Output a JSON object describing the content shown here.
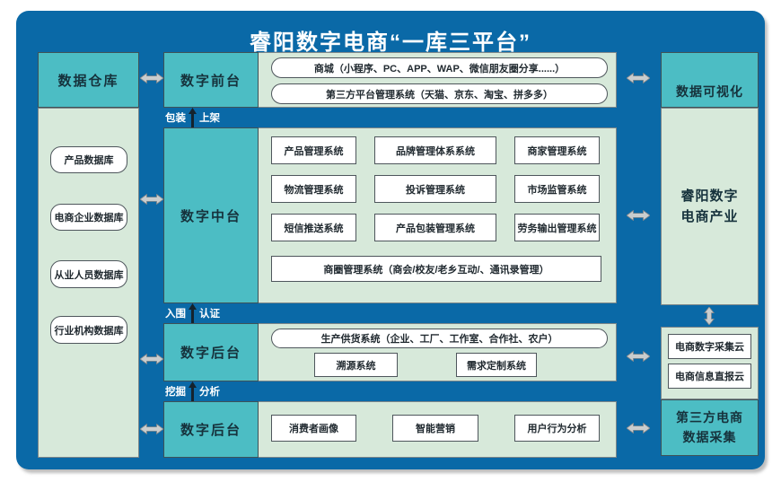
{
  "title": "睿阳数字电商“一库三平台”",
  "colors": {
    "panel_blue": "#0a69a7",
    "teal": "#4cbdc4",
    "light_green": "#d7e9da"
  },
  "left_column": {
    "header": "数据仓库",
    "items": [
      "产品数据库",
      "电商企业数据库",
      "从业人员数据库",
      "行业机构数据库"
    ]
  },
  "front_stage": {
    "header": "数字前台",
    "pills": [
      "商城（小程序、PC、APP、WAP、微信朋友圈分享......）",
      "第三方平台管理系统（天猫、京东、淘宝、拼多多）"
    ]
  },
  "flow_labels": {
    "pack": {
      "left": "包装",
      "right": "上架"
    },
    "shortlist": {
      "left": "入围",
      "right": "认证"
    },
    "mine": {
      "left": "挖掘",
      "right": "分析"
    }
  },
  "middle_stage": {
    "header": "数字中台",
    "grid": [
      [
        "产品管理系统",
        "品牌管理体系系统",
        "商家管理系统"
      ],
      [
        "物流管理系统",
        "投诉管理系统",
        "市场监管系统"
      ],
      [
        "短信推送系统",
        "产品包装管理系统",
        "劳务输出管理系统"
      ]
    ],
    "wide_box": "商圈管理系统（商会/校友/老乡互动/、通讯录管理）"
  },
  "back_stage": {
    "header": "数字后台",
    "pill": "生产供货系统（企业、工厂、工作室、合作社、农户）",
    "boxes": [
      "溯源系统",
      "需求定制系统"
    ]
  },
  "analytics_stage": {
    "header": "数字后台",
    "boxes": [
      "消费者画像",
      "智能营销",
      "用户行为分析"
    ]
  },
  "right_column": {
    "viz_header": "数据可视化",
    "industry": "睿阳数字\n电商产业",
    "cloud_boxes": [
      "电商数字采集云",
      "电商信息直报云"
    ],
    "third_party": "第三方电商\n数据采集"
  }
}
